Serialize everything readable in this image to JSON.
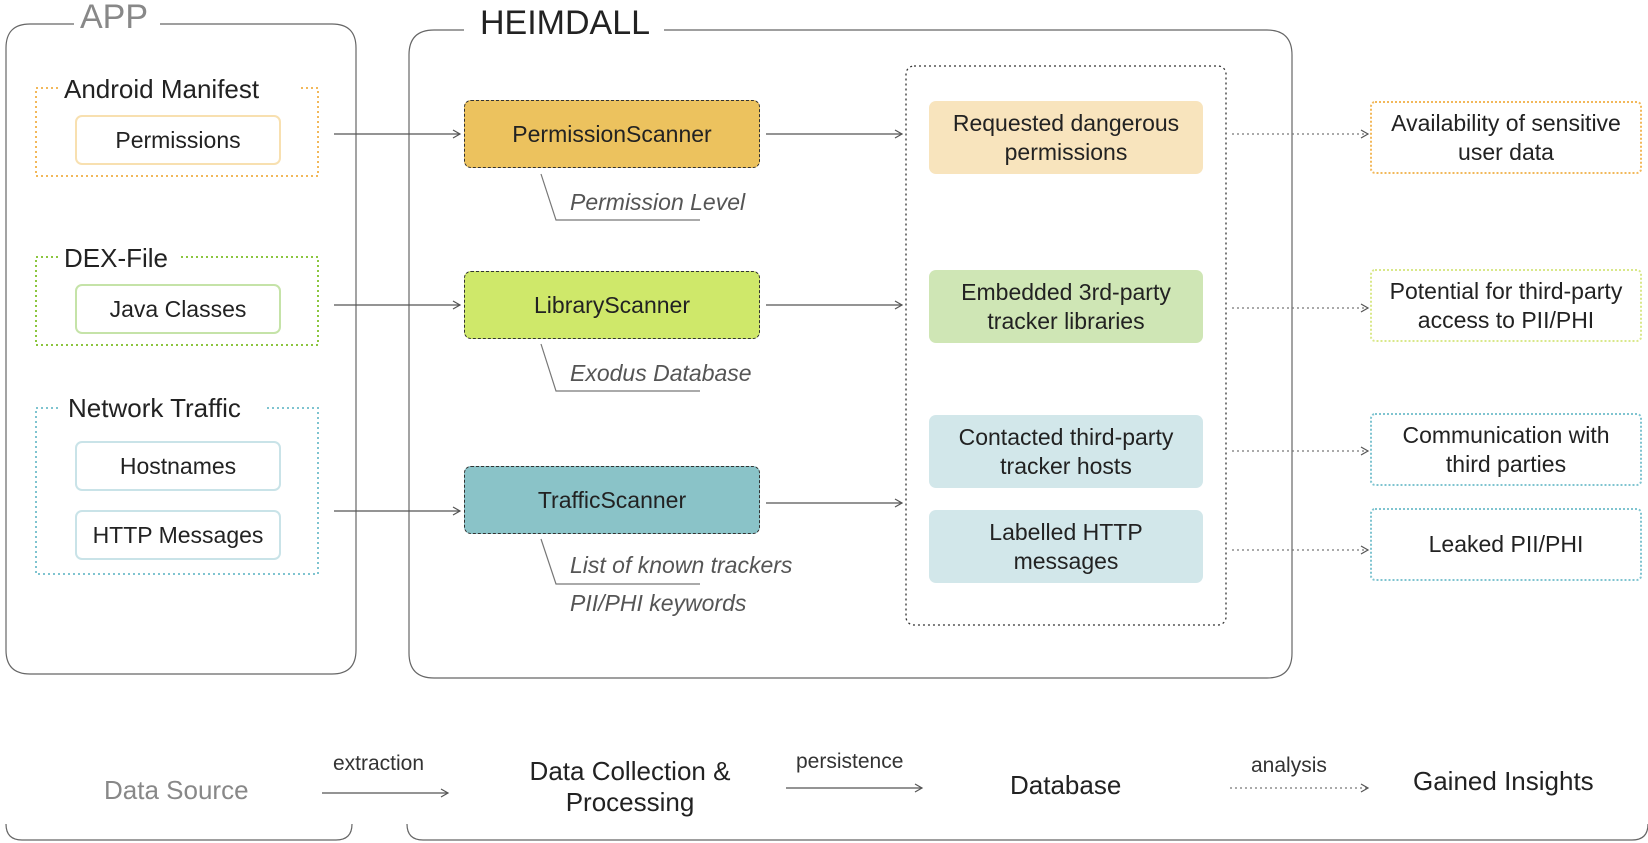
{
  "app": {
    "title": "APP",
    "groups": [
      {
        "label": "Android Manifest",
        "items": [
          "Permissions"
        ],
        "color": "#f2b85a"
      },
      {
        "label": "DEX-File",
        "items": [
          "Java Classes"
        ],
        "color": "#8cc63f"
      },
      {
        "label": "Network Traffic",
        "items": [
          "Hostnames",
          "HTTP Messages"
        ],
        "color": "#7fc4d0"
      }
    ]
  },
  "heimdall": {
    "title": "HEIMDALL",
    "scanners": [
      {
        "label": "PermissionScanner",
        "notes": [
          "Permission Level"
        ],
        "color": "#ecc25e"
      },
      {
        "label": "LibraryScanner",
        "notes": [
          "Exodus Database"
        ],
        "color": "#cfe86a"
      },
      {
        "label": "TrafficScanner",
        "notes": [
          "List of known trackers",
          "PII/PHI keywords"
        ],
        "color": "#8ac3c8"
      }
    ],
    "database": [
      {
        "label": "Requested dangerous permissions",
        "color": "#f8e4bd"
      },
      {
        "label": "Embedded 3rd-party tracker libraries",
        "color": "#cfe6b5"
      },
      {
        "label": "Contacted third-party tracker hosts",
        "color": "#d2e7ea"
      },
      {
        "label": "Labelled HTTP messages",
        "color": "#d2e7ea"
      }
    ]
  },
  "insights": [
    {
      "label": "Availability of sensitive user data",
      "color": "#f2b85a"
    },
    {
      "label": "Potential for third-party access to PII/PHI",
      "color": "#d9e88a"
    },
    {
      "label": "Communication with third parties",
      "color": "#7fc4d0"
    },
    {
      "label": "Leaked PII/PHI",
      "color": "#7fc4d0"
    }
  ],
  "legend": {
    "data_source": "Data Source",
    "extraction": "extraction",
    "data_collection": "Data Collection & Processing",
    "persistence": "persistence",
    "database": "Database",
    "analysis": "analysis",
    "gained_insights": "Gained Insights"
  }
}
